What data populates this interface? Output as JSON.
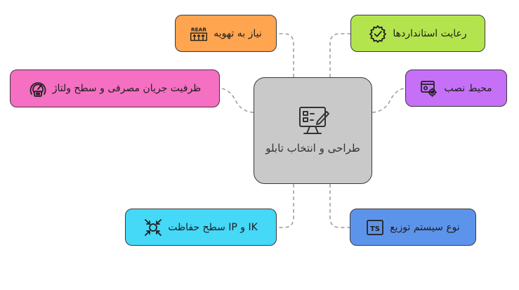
{
  "center": {
    "title": "طراحی و انتخاب تابلو",
    "icon": "panel-design-icon",
    "color": "#c9c9c9"
  },
  "nodes": {
    "standards": {
      "label": "رعایت استانداردها",
      "icon": "gear-check-icon",
      "color": "#b4e44d"
    },
    "prep": {
      "label": "نیاز به تهویه",
      "icon": "rear-ventilation-icon",
      "icon_text": "REAR",
      "color": "#ffa44f"
    },
    "capacity": {
      "label": "ظرفیت جریان مصرفی و سطح ولتاژ",
      "icon": "gauge-icon",
      "color": "#f56fc3"
    },
    "install": {
      "label": "محیط نصب",
      "icon": "settings-window-icon",
      "color": "#c570f7"
    },
    "ikip": {
      "label": "IK و IP سطح حفاظت",
      "icon": "protection-target-icon",
      "color": "#45d8f7"
    },
    "dist": {
      "label": "نوع سیستم توزیع",
      "icon": "ts-box-icon",
      "icon_text": "TS",
      "color": "#5d94eb"
    }
  }
}
